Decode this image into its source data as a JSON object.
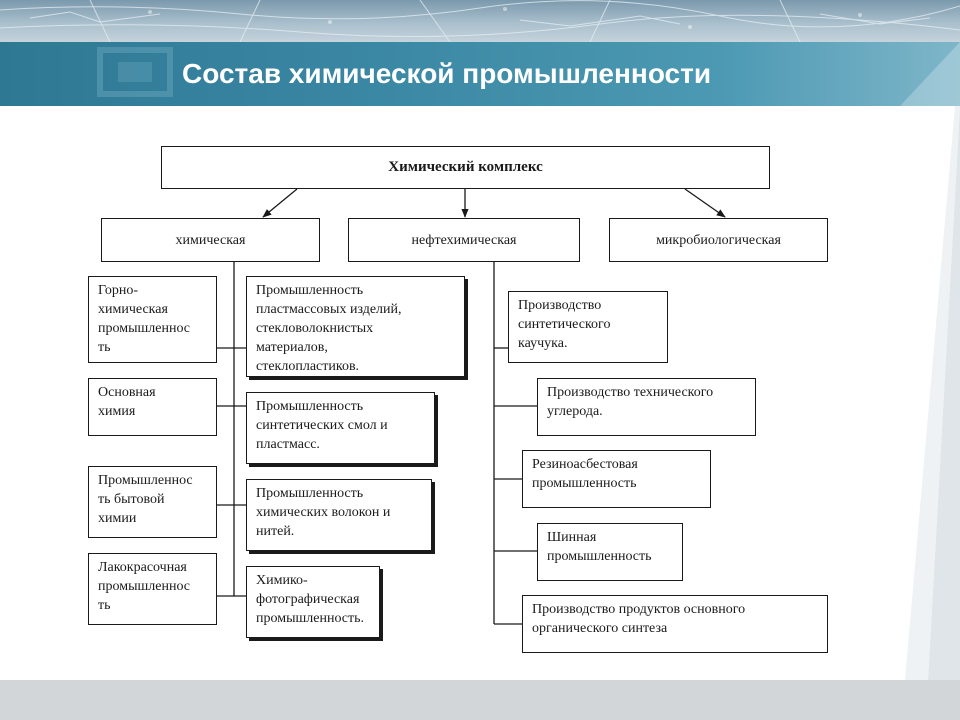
{
  "slide": {
    "title": "Состав химической промышленности"
  },
  "diagram": {
    "root": "Химический комплекс",
    "branches": [
      {
        "label": "химическая"
      },
      {
        "label": "нефтехимическая"
      },
      {
        "label": "микробиологическая"
      }
    ],
    "chemical_left": [
      "Горно-\nхимическая\nпромышленнос\nть",
      "Основная\nхимия",
      "Промышленнос\nть бытовой\nхимии",
      "Лакокрасочная\nпромышленнос\nть"
    ],
    "chemical_right": [
      "Промышленность\nпластмассовых изделий,\nстекловолокнистых\nматериалов,\nстеклопластиков.",
      "Промышленность\nсинтетических смол и\nпластмасс.",
      "Промышленность\nхимических волокон и\nнитей.",
      "Химико-\nфотографическая\nпромышленность."
    ],
    "petrochemical": [
      "Производство\nсинтетического\nкаучука.",
      "Производство технического\nуглерода.",
      "Резиноасбестовая\nпромышленность",
      "Шинная\nпромышленность",
      "Производство продуктов основного\nорганического синтеза"
    ]
  }
}
